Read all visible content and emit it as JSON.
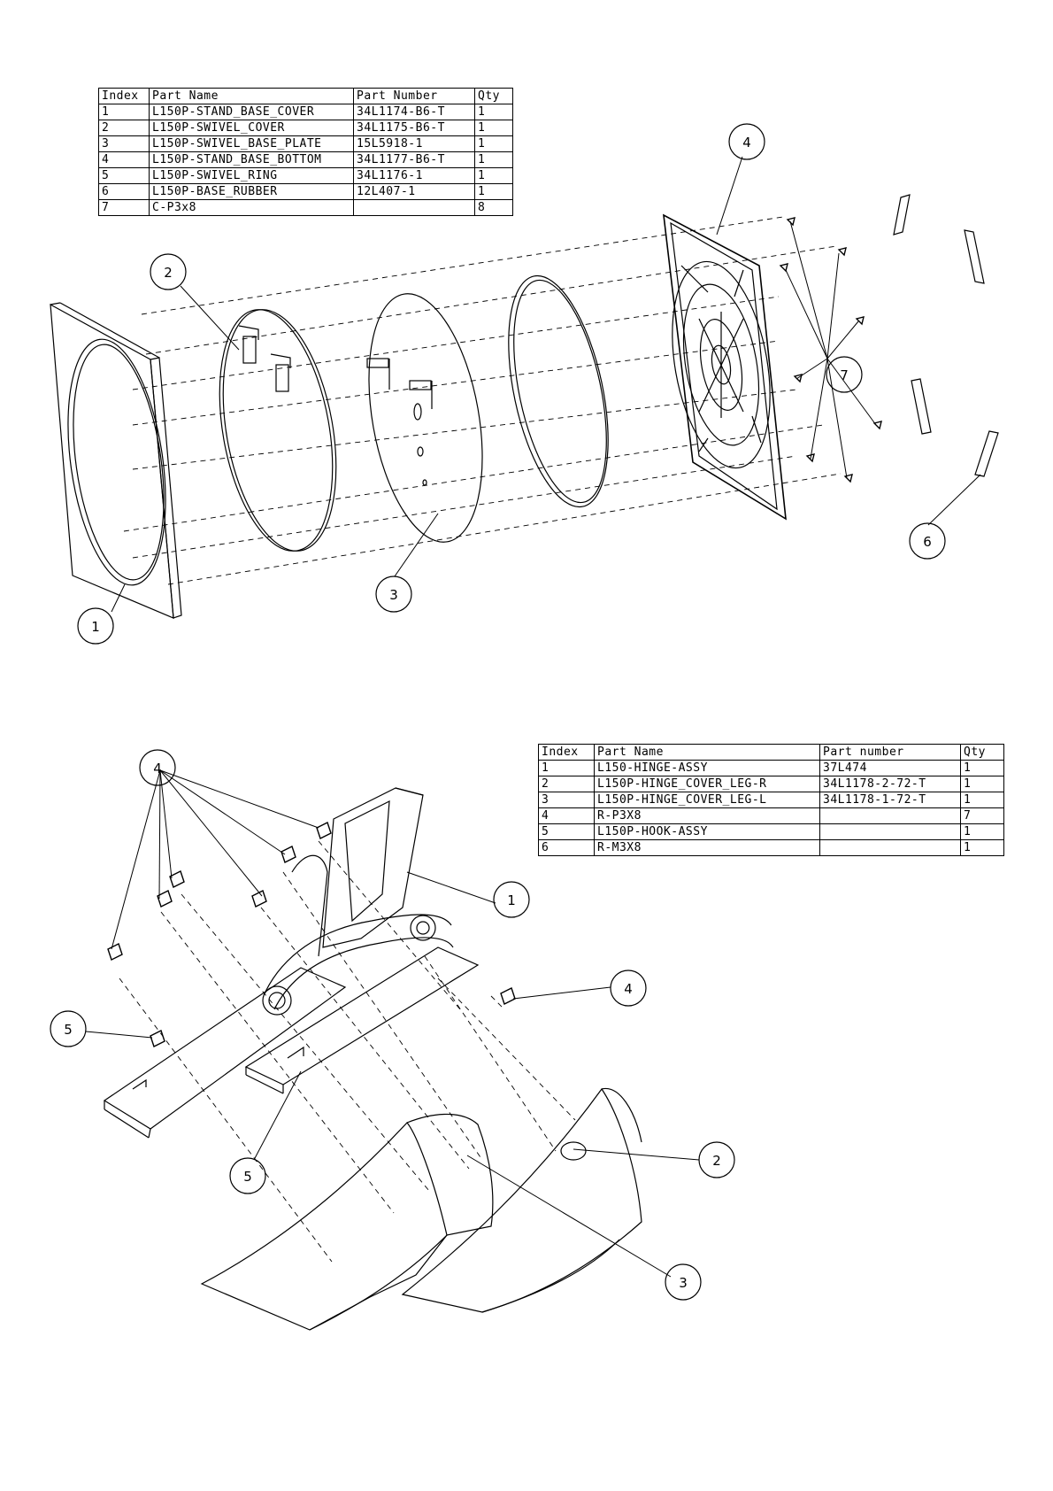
{
  "table_top": {
    "headers": [
      "Index",
      "Part Name",
      "Part Number",
      "Qty"
    ],
    "rows": [
      [
        "1",
        "L150P-STAND_BASE_COVER",
        "34L1174-B6-T",
        "1"
      ],
      [
        "2",
        "L150P-SWIVEL_COVER",
        "34L1175-B6-T",
        "1"
      ],
      [
        "3",
        "L150P-SWIVEL_BASE_PLATE",
        "15L5918-1",
        "1"
      ],
      [
        "4",
        "L150P-STAND_BASE_BOTTOM",
        "34L1177-B6-T",
        "1"
      ],
      [
        "5",
        "L150P-SWIVEL_RING",
        "34L1176-1",
        "1"
      ],
      [
        "6",
        "L150P-BASE_RUBBER",
        "12L407-1",
        "1"
      ],
      [
        "7",
        "C-P3x8",
        "",
        "8"
      ]
    ]
  },
  "table_bottom": {
    "headers": [
      "Index",
      "Part Name",
      "Part number",
      "Qty"
    ],
    "rows": [
      [
        "1",
        "L150-HINGE-ASSY",
        "37L474",
        "1"
      ],
      [
        "2",
        "L150P-HINGE_COVER_LEG-R",
        "34L1178-2-72-T",
        "1"
      ],
      [
        "3",
        "L150P-HINGE_COVER_LEG-L",
        "34L1178-1-72-T",
        "1"
      ],
      [
        "4",
        "R-P3X8",
        "",
        "7"
      ],
      [
        "5",
        "L150P-HOOK-ASSY",
        "",
        "1"
      ],
      [
        "6",
        "R-M3X8",
        "",
        "1"
      ]
    ]
  },
  "callouts_top": {
    "c1": "1",
    "c2": "2",
    "c3": "3",
    "c4": "4",
    "c6": "6",
    "c7": "7"
  },
  "callouts_bottom": {
    "c4a": "4",
    "c4b": "4",
    "c5a": "5",
    "c5b": "5",
    "c1": "1",
    "c2": "2",
    "c3": "3"
  }
}
